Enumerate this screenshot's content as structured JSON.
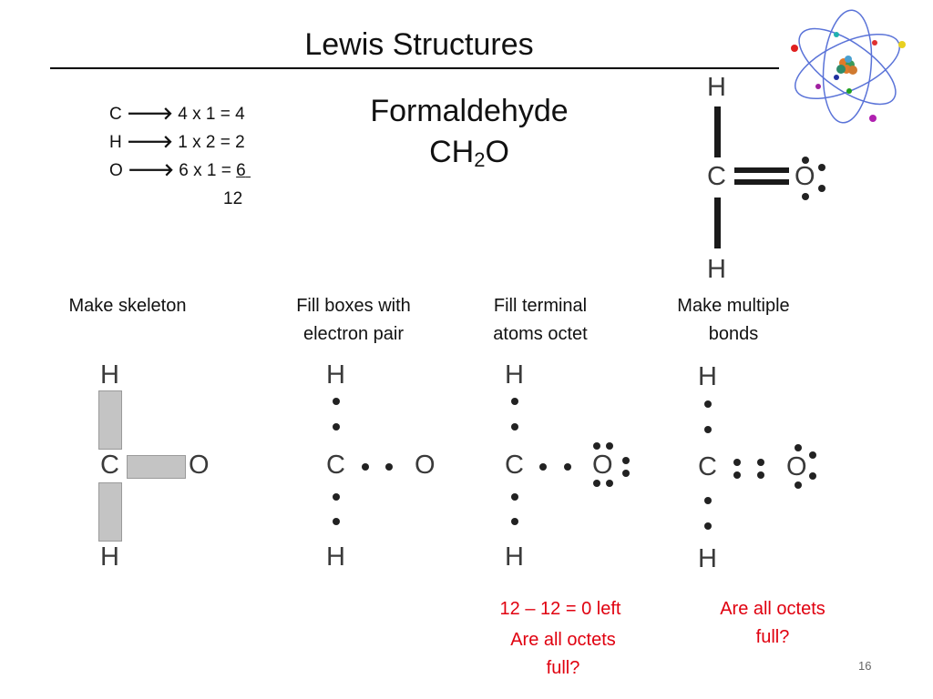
{
  "slide": {
    "title": "Lewis Structures",
    "page_number": "16"
  },
  "calc": {
    "lines": [
      {
        "element": "C",
        "arrow": "🡒",
        "expr": "4 x 1 = 4"
      },
      {
        "element": "H",
        "arrow": "🡒",
        "expr": "1 x 2 = 2"
      },
      {
        "element": "O",
        "arrow": "🡒",
        "expr": "6 x 1 = ",
        "underlined": "6"
      }
    ],
    "total": "12"
  },
  "compound": {
    "name": "Formaldehyde",
    "formula_prefix": "CH",
    "formula_sub": "2",
    "formula_suffix": "O"
  },
  "atoms": {
    "hydrogen": "H",
    "carbon": "C",
    "oxygen": "O"
  },
  "steps": {
    "skeleton": {
      "line1": "Make skeleton"
    },
    "fill_boxes": {
      "line1": "Fill boxes with",
      "line2": "electron pair"
    },
    "fill_terminal": {
      "line1": "Fill terminal",
      "line2": "atoms octet"
    },
    "multiple_bonds": {
      "line1": "Make multiple",
      "line2": "bonds"
    }
  },
  "notes": {
    "terminal_count": "12 – 12 = 0 left",
    "terminal_question_line1": "Are all octets",
    "terminal_question_line2": "full?",
    "multiple_question_line1": "Are all octets",
    "multiple_question_line2": "full?"
  },
  "colors": {
    "note_red": "#e0000f",
    "step_box_gray": "#c4c4c4",
    "orbit_blue": "#5a73d8"
  },
  "icons": {
    "atom": "atom-icon"
  }
}
